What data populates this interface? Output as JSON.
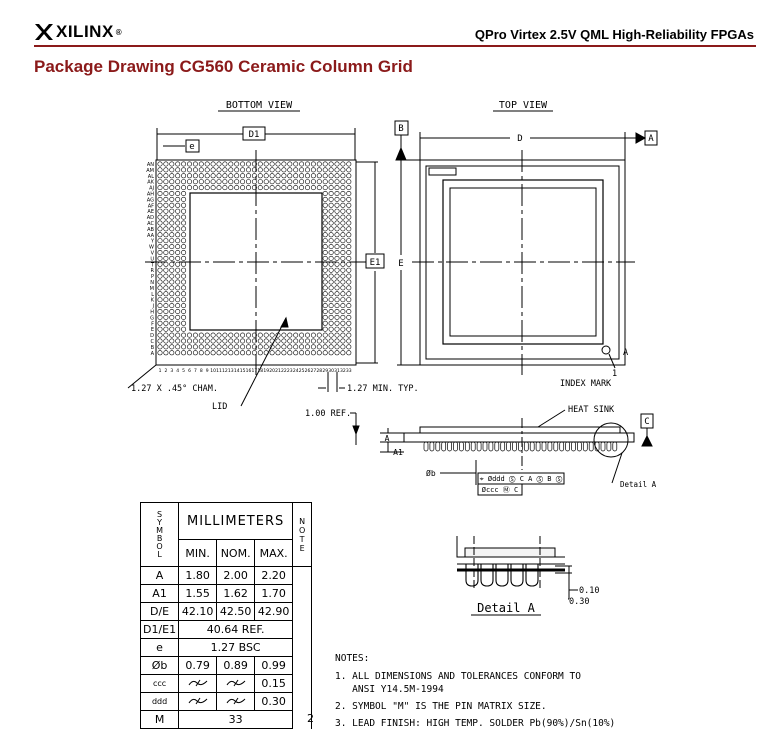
{
  "header": {
    "logo_text": "XILINX",
    "logo_reg": "®",
    "doc_title": "QPro Virtex 2.5V QML High-Reliability FPGAs",
    "accent_color": "#8b1a1a"
  },
  "section_title": "Package Drawing CG560 Ceramic Column Grid",
  "drawing": {
    "bottom_view_label": "BOTTOM VIEW",
    "top_view_label": "TOP VIEW",
    "dim_d1": "D1",
    "dim_e": "e",
    "dim_e1": "E1",
    "dim_d": "D",
    "dim_E": "E",
    "datum_a": "A",
    "datum_b": "B",
    "datum_c": "C",
    "cham_label": "1.27 X .45° CHAM.",
    "lid_label": "LID",
    "min_typ_label": "1.27 MIN. TYP.",
    "index_mark_label": "INDEX MARK",
    "index_one": "1",
    "index_a": "A",
    "ref_label": "1.00 REF.",
    "heat_sink_label": "HEAT SINK",
    "a_label": "A",
    "a1_label": "A1",
    "phi_b_label": "Øb",
    "fcf1": "⌖ Øddd Ⓢ C A Ⓢ B Ⓢ",
    "fcf2": "Øccc Ⓜ C",
    "detail_a_ref": "Detail A",
    "detail_title": "Detail A",
    "dim_010": "0.10",
    "dim_030": "0.30",
    "row_labels": [
      "AN",
      "AM",
      "AL",
      "AK",
      "AJ",
      "AH",
      "AG",
      "AF",
      "AE",
      "AD",
      "AC",
      "AB",
      "AA",
      "Y",
      "W",
      "V",
      "U",
      "T",
      "R",
      "P",
      "N",
      "M",
      "L",
      "K",
      "J",
      "H",
      "G",
      "F",
      "E",
      "D",
      "C",
      "B",
      "A"
    ],
    "col_labels": [
      "1",
      "2",
      "3",
      "4",
      "5",
      "6",
      "7",
      "8",
      "9",
      "10",
      "11",
      "12",
      "13",
      "14",
      "15",
      "16",
      "17",
      "18",
      "19",
      "20",
      "21",
      "22",
      "23",
      "24",
      "25",
      "26",
      "27",
      "28",
      "29",
      "30",
      "31",
      "32",
      "33"
    ]
  },
  "table": {
    "symbol_header": "SYMBOL",
    "units_header": "MILLIMETERS",
    "note_header": "NOTE",
    "col_min": "MIN.",
    "col_nom": "NOM.",
    "col_max": "MAX.",
    "rows": [
      {
        "sym": "A",
        "min": "1.80",
        "nom": "2.00",
        "max": "2.20"
      },
      {
        "sym": "A1",
        "min": "1.55",
        "nom": "1.62",
        "max": "1.70"
      },
      {
        "sym": "D/E",
        "min": "42.10",
        "nom": "42.50",
        "max": "42.90"
      }
    ],
    "d1e1_sym": "D1/E1",
    "d1e1_val": "40.64 REF.",
    "e_sym": "e",
    "e_val": "1.27 BSC",
    "b_sym": "Øb",
    "b_min": "0.79",
    "b_nom": "0.89",
    "b_max": "0.99",
    "ccc_sym": "ccc",
    "ccc_max": "0.15",
    "ddd_sym": "ddd",
    "ddd_max": "0.30",
    "m_sym": "M",
    "m_val": "33",
    "m_note": "2"
  },
  "notes": {
    "title": "NOTES:",
    "n1a": "1. ALL DIMENSIONS AND TOLERANCES CONFORM TO",
    "n1b": "   ANSI Y14.5M-1994",
    "n2": "2. SYMBOL \"M\" IS THE PIN MATRIX SIZE.",
    "n3": "3. LEAD FINISH: HIGH TEMP. SOLDER Pb(90%)/Sn(10%)"
  }
}
